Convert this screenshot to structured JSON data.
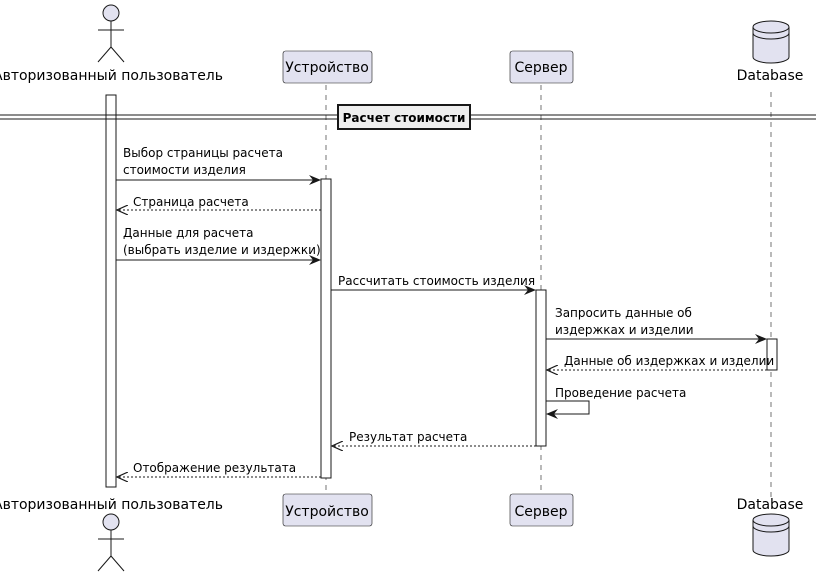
{
  "colors": {
    "participant_fill": "#E2E2F0",
    "participant_stroke": "#181818",
    "lifeline": "#181818",
    "background": "#FFFFFF",
    "activation_fill": "#FFFFFF"
  },
  "participants": [
    {
      "id": "user",
      "kind": "actor",
      "label": "Авторизованный пользователь"
    },
    {
      "id": "device",
      "kind": "participant",
      "label": "Устройство"
    },
    {
      "id": "server",
      "kind": "participant",
      "label": "Сервер"
    },
    {
      "id": "db",
      "kind": "database",
      "label": "Database"
    }
  ],
  "section": {
    "label": "Расчет стоимости"
  },
  "messages": [
    {
      "lines": [
        "Выбор страницы расчета",
        "стоимости изделия"
      ]
    },
    {
      "lines": [
        "Страница расчета"
      ]
    },
    {
      "lines": [
        "Данные для расчета",
        "(выбрать изделие и издержки)"
      ]
    },
    {
      "lines": [
        "Рассчитать стоимость изделия"
      ]
    },
    {
      "lines": [
        "Запросить данные об",
        "издержках и изделии"
      ]
    },
    {
      "lines": [
        "Данные об издержках и изделии"
      ]
    },
    {
      "lines": [
        "Проведение расчета"
      ]
    },
    {
      "lines": [
        "Результат расчета"
      ]
    },
    {
      "lines": [
        "Отображение результата"
      ]
    }
  ]
}
